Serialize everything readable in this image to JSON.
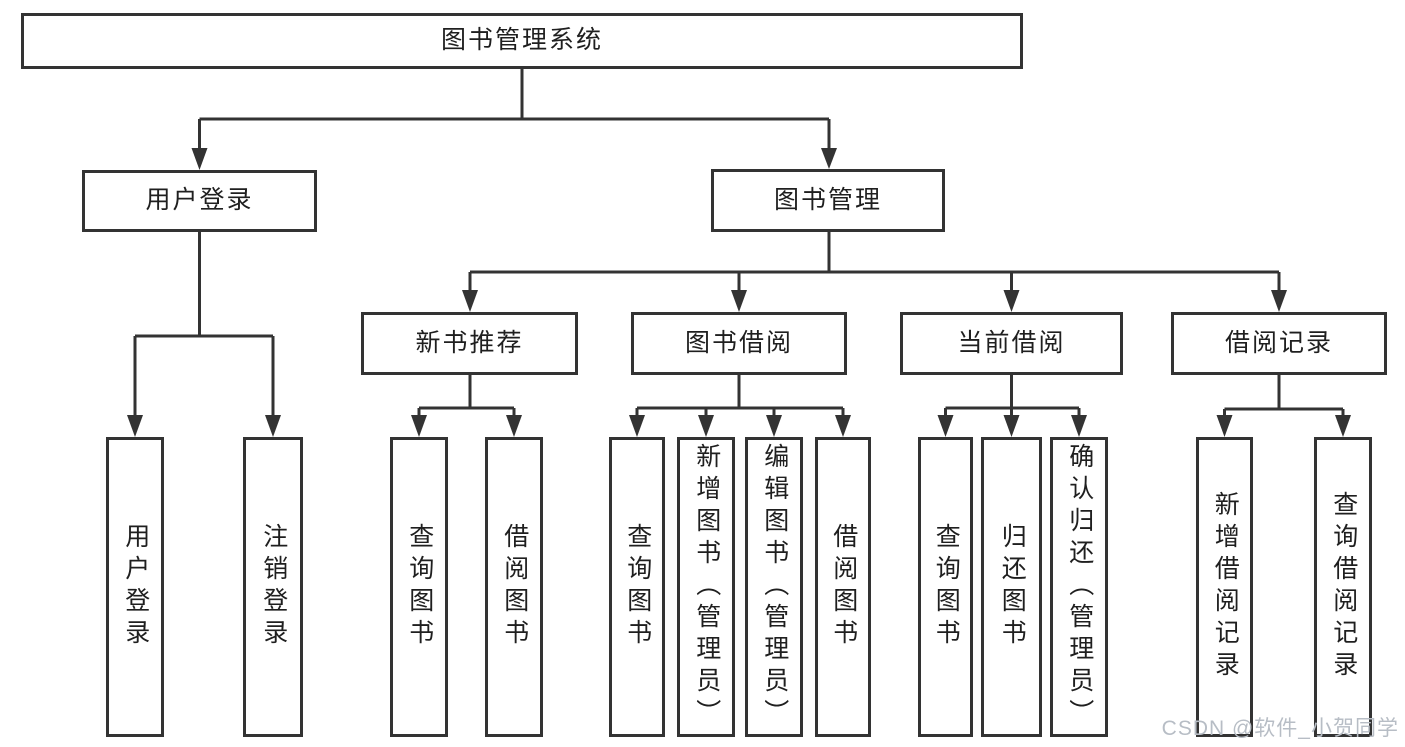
{
  "diagram": {
    "nodes": {
      "root": "图书管理系统",
      "user_login": "用户登录",
      "book_management": "图书管理",
      "new_book_recommend": "新书推荐",
      "book_borrowing": "图书借阅",
      "current_borrowing": "当前借阅",
      "borrowing_records": "借阅记录",
      "user_login_leaf": "用户登录",
      "logout_leaf": "注销登录",
      "nbr_query_books": "查询图书",
      "nbr_borrow_books": "借阅图书",
      "bb_query_books": "查询图书",
      "bb_add_books": "新增图书（管理员）",
      "bb_edit_books": "编辑图书（管理员）",
      "bb_borrow_books": "借阅图书",
      "cb_query_books": "查询图书",
      "cb_return_books": "归还图书",
      "cb_confirm_return": "确认归还（管理员）",
      "br_add_record": "新增借阅记录",
      "br_query_record": "查询借阅记录"
    }
  },
  "watermark": "CSDN @软件_小贺同学",
  "colors": {
    "line": "#333333",
    "box_border": "#333333",
    "text": "#1f1f1f",
    "watermark": "#b7bdc5",
    "background": "#ffffff"
  }
}
